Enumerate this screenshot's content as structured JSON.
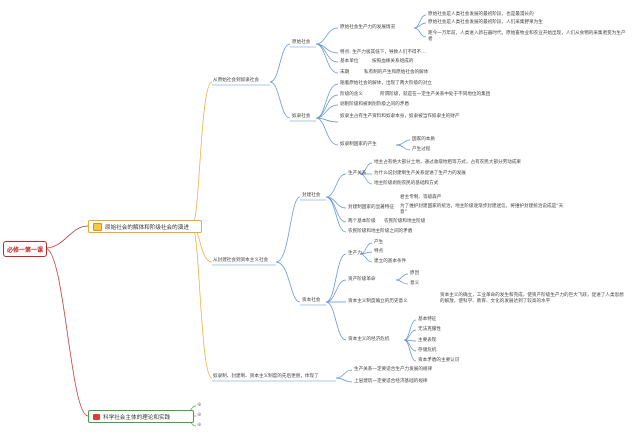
{
  "root": "必修一第一课",
  "branches": [
    {
      "label": "原始社会的解体和阶级社会的演进",
      "icon": "lightbulb-icon",
      "color": "#f0a830",
      "subtopics": [
        {
          "label": "从原始社会到奴隶社会",
          "groups": [
            {
              "label": "原始社会",
              "items": [
                {
                  "label": "原始社会生产力的发展情况",
                  "details": [
                    "原始社会是人类社会发展的最初阶段，也是最漫长的",
                    "原始社会是人类社会发展的最初阶段，人们采集野果为生",
                    "距今一万年前，人类进入新石器时代，原始畜牧业和农业开始出现，人们从食物的采集者变为生产者"
                  ]
                },
                {
                  "label": "特点: 生产力极其低下，导致人们不得不…",
                  "details": []
                },
                {
                  "label": "基本单位",
                  "details": [
                    "按照血缘关系组成的"
                  ]
                },
                {
                  "label": "末期",
                  "details": [
                    "私有制的产生和原始社会的解体"
                  ]
                }
              ]
            },
            {
              "label": "奴隶社会",
              "items": [
                {
                  "label": "随着原始社会的解体，出现了两大阶级的对立",
                  "details": []
                },
                {
                  "label": "阶级的含义",
                  "details": [
                    "所谓阶级，就是在一定生产关系中处于不同地位的集团"
                  ]
                },
                {
                  "label": "剥削阶级和被剥削阶级之间的矛盾",
                  "details": []
                },
                {
                  "label": "奴隶主占有生产资料和奴隶本身，奴隶被当作奴隶主的财产",
                  "details": []
                },
                {
                  "label": "奴隶制国家的产生",
                  "details": [
                    "国家的本质",
                    "产生过程"
                  ]
                }
              ]
            }
          ]
        },
        {
          "label": "从封建社会到资本主义社会",
          "groups": [
            {
              "label": "封建社会",
              "items": [
                {
                  "label": "生产关系",
                  "details": [
                    "地主占有绝大部分土地，通过收取地租等方式，占有农民大部分劳动成果",
                    "为什么说封建制生产关系促进了生产力的发展",
                    "地主阶级剥削农民的基础和方式"
                  ]
                },
                {
                  "label": "封建制国家的显著特征",
                  "details": [
                    "君主专制、等级森严",
                    "为了维护封建国家的统治，地主阶级逐渐步封建迷信，将维护封建统治说成是“天意”"
                  ]
                },
                {
                  "label": "两个基本阶级",
                  "details": [
                    "农民阶级和地主阶级"
                  ]
                },
                {
                  "label": "农民阶级和地主阶级之间的矛盾",
                  "details": []
                }
              ]
            },
            {
              "label": "资本社会",
              "items": [
                {
                  "label": "生产力",
                  "details": [
                    "产生",
                    "特点",
                    "建立的基本条件"
                  ]
                },
                {
                  "label": "资产阶级革命",
                  "details": [
                    "原因",
                    "意义"
                  ]
                },
                {
                  "label": "资本主义制度确立的历史意义",
                  "details": [
                    "资本主义的确立，工业革命的发生和完成，使资产阶级生产力的巨大飞跃，促进了人类思想的解放，使科学、教育、文化的发展达到了较高的水平"
                  ]
                },
                {
                  "label": "资本主义的经济危机",
                  "details": [
                    "基本特征",
                    "无法克服性",
                    "主要表现",
                    "存储危机",
                    "资本矛盾的主要认识"
                  ]
                }
              ]
            }
          ]
        },
        {
          "label": "奴隶制、封建制、资本主义制度的先后更替，体现了",
          "groups": [],
          "extra": [
            "生产关系一定要适合生产力发展的规律",
            "上层建筑一定要适合经济基础的规律"
          ]
        }
      ]
    },
    {
      "label": "科学社会主体的理论和实践",
      "icon": "flag-icon",
      "color": "#43a047",
      "subtopics": []
    }
  ],
  "collapsed_markers": [
    "⊕",
    "⊕",
    "⊕"
  ]
}
